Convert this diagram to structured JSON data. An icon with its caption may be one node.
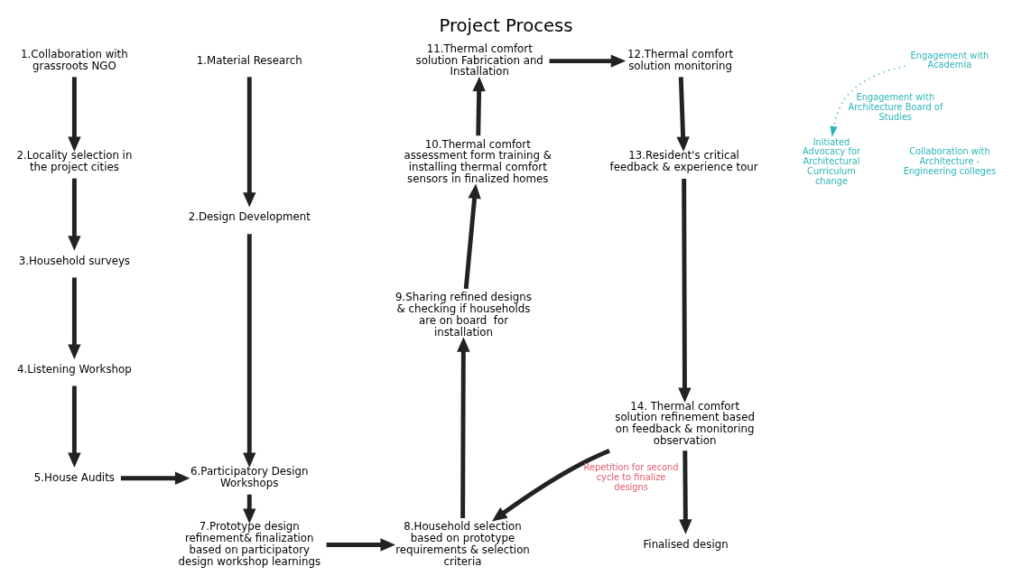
{
  "diagram": {
    "title": "Project Process",
    "nodes": [
      {
        "text": [
          "1.Collaboration with grassroots NGO"
        ]
      },
      {
        "text": [
          "2.Locality selection in the project cities"
        ]
      },
      {
        "text": [
          "3.Household surveys"
        ]
      },
      {
        "text": [
          "4.Listening Workshop"
        ]
      },
      {
        "text": [
          "5.House Audits"
        ]
      },
      {
        "text": [
          "1.Material Research"
        ]
      },
      {
        "text": [
          "2.Design Development"
        ]
      },
      {
        "text": [
          "6.Participatory Design Workshops"
        ]
      },
      {
        "text": [
          "7.Prototype design refinement& finalization based on participatory design workshop learnings"
        ]
      },
      {
        "text": [
          "8.Household selection based on prototype requirements & selection criteria"
        ]
      },
      {
        "text": [
          "9.Sharing refined designs & checking if households are on board  for installation"
        ]
      },
      {
        "text": [
          "10.Thermal comfort assessment form training & installing thermal comfort sensors in finalized homes"
        ]
      },
      {
        "text": [
          "11.Thermal comfort solution Fabrication and Installation"
        ]
      },
      {
        "text": [
          "12.Thermal comfort solution monitoring"
        ]
      },
      {
        "text": [
          "13.Resident's critical feedback & experience tour"
        ]
      },
      {
        "text": [
          "14. Thermal comfort solution refinement based on feedback & monitoring observation"
        ]
      },
      {
        "text": [
          "Finalised design"
        ]
      },
      {
        "text": [
          "Engagement with Academia"
        ]
      },
      {
        "text": [
          "Initiated Advocacy for Architectural Curriculum change"
        ]
      }
    ],
    "edges": [
      {
        "from": 0,
        "to": 1,
        "arrow": "to"
      },
      {
        "from": 1,
        "to": 2,
        "arrow": "to"
      },
      {
        "from": 2,
        "to": 3,
        "arrow": "to"
      },
      {
        "from": 3,
        "to": 4,
        "arrow": "to"
      },
      {
        "from": 4,
        "to": 7,
        "arrow": "to"
      },
      {
        "from": 5,
        "to": 6,
        "arrow": "to"
      },
      {
        "from": 6,
        "to": 7,
        "arrow": "to"
      },
      {
        "from": 7,
        "to": 8,
        "arrow": "to"
      },
      {
        "from": 8,
        "to": 9,
        "arrow": "to"
      },
      {
        "from": 9,
        "to": 10,
        "arrow": "to"
      },
      {
        "from": 10,
        "to": 11,
        "arrow": "to"
      },
      {
        "from": 11,
        "to": 12,
        "arrow": "to"
      },
      {
        "from": 12,
        "to": 13,
        "arrow": "to"
      },
      {
        "from": 13,
        "to": 14,
        "arrow": "to"
      },
      {
        "from": 14,
        "to": 15,
        "arrow": "to"
      },
      {
        "from": 15,
        "to": 16,
        "arrow": "to"
      },
      {
        "from": 15,
        "to": 9,
        "arrow": "to",
        "label": "Repetition for second cycle to finalize designs"
      },
      {
        "from": 17,
        "to": 18,
        "arrow": "to",
        "style": "dashed",
        "color": "#2bb5b8",
        "label": "Engagement with Architecture Board of Studies"
      }
    ],
    "labels": [
      "Collaboration with Architecture - Engineering colleges"
    ]
  }
}
